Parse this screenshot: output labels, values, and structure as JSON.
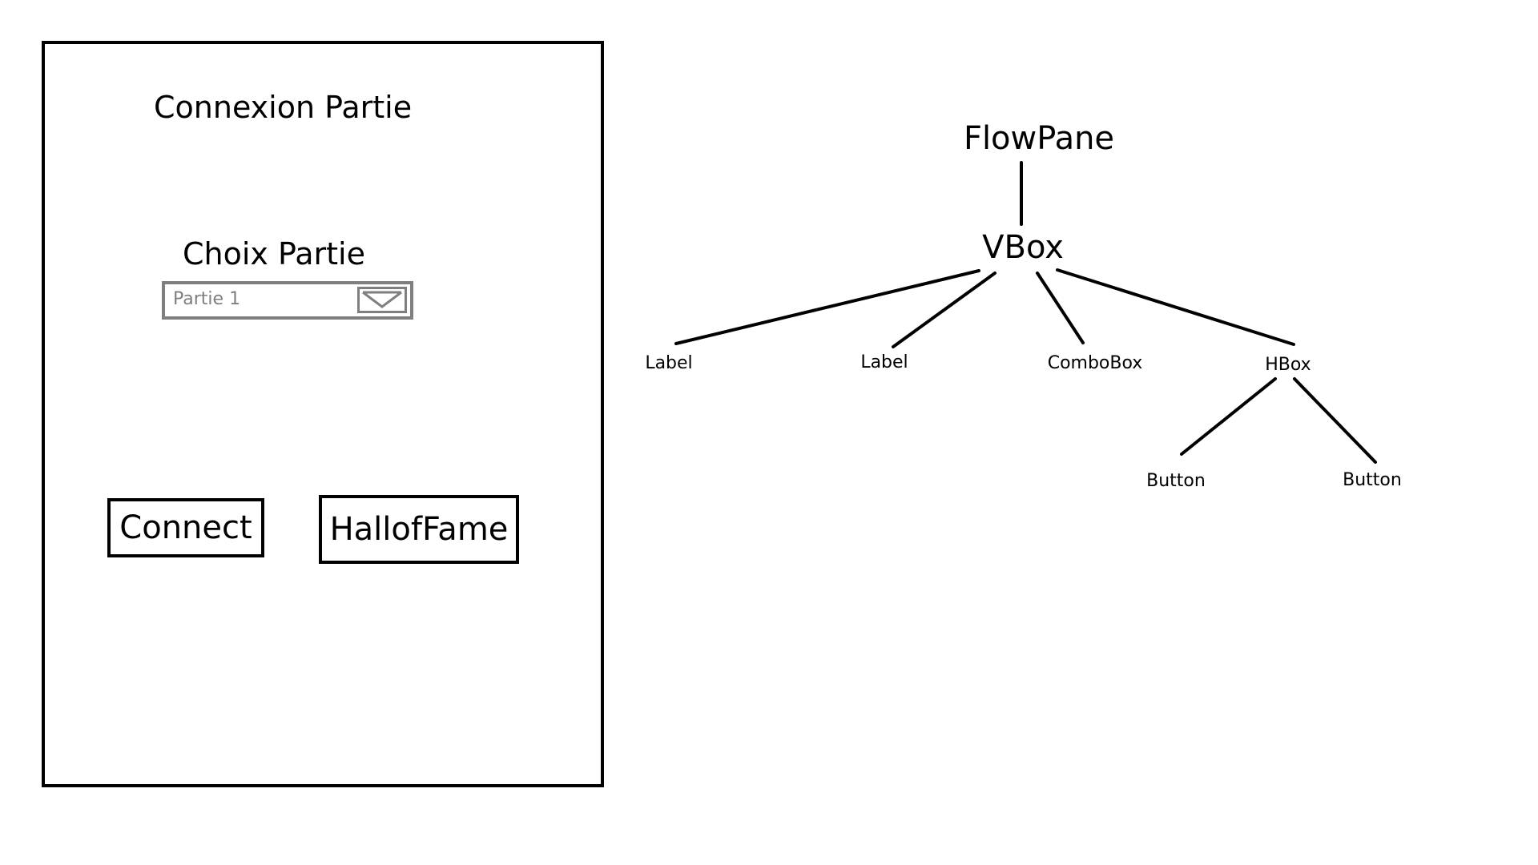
{
  "mockup": {
    "title": "Connexion Partie",
    "combo_label": "Choix Partie",
    "combo_value": "Partie 1",
    "connect_label": "Connect",
    "halloffame_label": "HallofFame"
  },
  "tree": {
    "root": "FlowPane",
    "vbox": "VBox",
    "vbox_children": [
      "Label",
      "Label",
      "ComboBox",
      "HBox"
    ],
    "hbox_children": [
      "Button",
      "Button"
    ]
  },
  "colors": {
    "stroke": "#000000",
    "combo_gray": "#7f7f7f",
    "background": "#ffffff"
  },
  "icons": {
    "combo_arrow": "chevron-down-icon"
  }
}
